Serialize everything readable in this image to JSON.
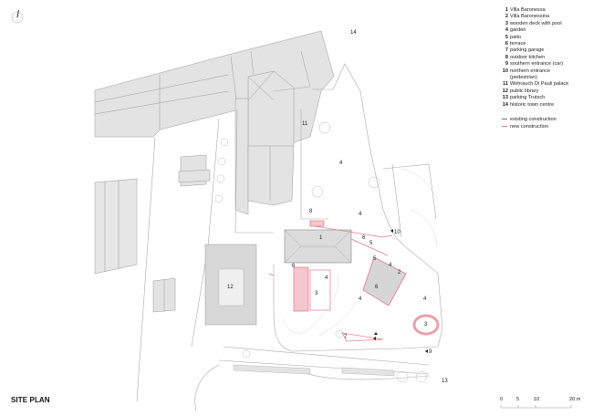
{
  "title": "SITE PLAN",
  "north_arrow": "north-arrow-icon",
  "legend": {
    "items": [
      {
        "num": "1",
        "label": "Villa Baronessa"
      },
      {
        "num": "2",
        "label": "Villa Baronessina"
      },
      {
        "num": "3",
        "label": "wooden deck with pool"
      },
      {
        "num": "4",
        "label": "garden"
      },
      {
        "num": "5",
        "label": "patio"
      },
      {
        "num": "6",
        "label": "terrace"
      },
      {
        "num": "7",
        "label": "parking garage"
      },
      {
        "num": "8",
        "label": "outdoor kitchen"
      },
      {
        "num": "9",
        "label": "southern entrance (car)"
      },
      {
        "num": "10",
        "label": "northern entrance",
        "label2": "(pedestrian)"
      },
      {
        "num": "11",
        "label": "Wehrauch Di Pauli palace"
      },
      {
        "num": "12",
        "label": "public library"
      },
      {
        "num": "13",
        "label": "parking Trutsch"
      },
      {
        "num": "14",
        "label": "historic town centre"
      }
    ],
    "lines": [
      {
        "label": "existing construction",
        "color": "#777777"
      },
      {
        "label": "new construction",
        "color": "#e07a8a"
      }
    ]
  },
  "scale_bar": {
    "ticks": [
      "0",
      "5",
      "10",
      "20 m"
    ]
  },
  "plan_labels": {
    "l1": "1",
    "l2": "2",
    "l3a": "3",
    "l3b": "3",
    "l4a": "4",
    "l4b": "4",
    "l4c": "4",
    "l4d": "4",
    "l4e": "4",
    "l4f": "4",
    "l5a": "5",
    "l5b": "5",
    "l6a": "6",
    "l6b": "6",
    "l6c": "6",
    "l7": "7",
    "l8": "8",
    "l9": "9",
    "l10": "10",
    "l11": "11",
    "l12": "12",
    "l13": "13",
    "l14": "14"
  },
  "colors": {
    "existing_fill": "#e3e3e3",
    "existing_line": "#9a9a9a",
    "new_line": "#e07a8a",
    "new_fill": "#f4c6cd"
  }
}
